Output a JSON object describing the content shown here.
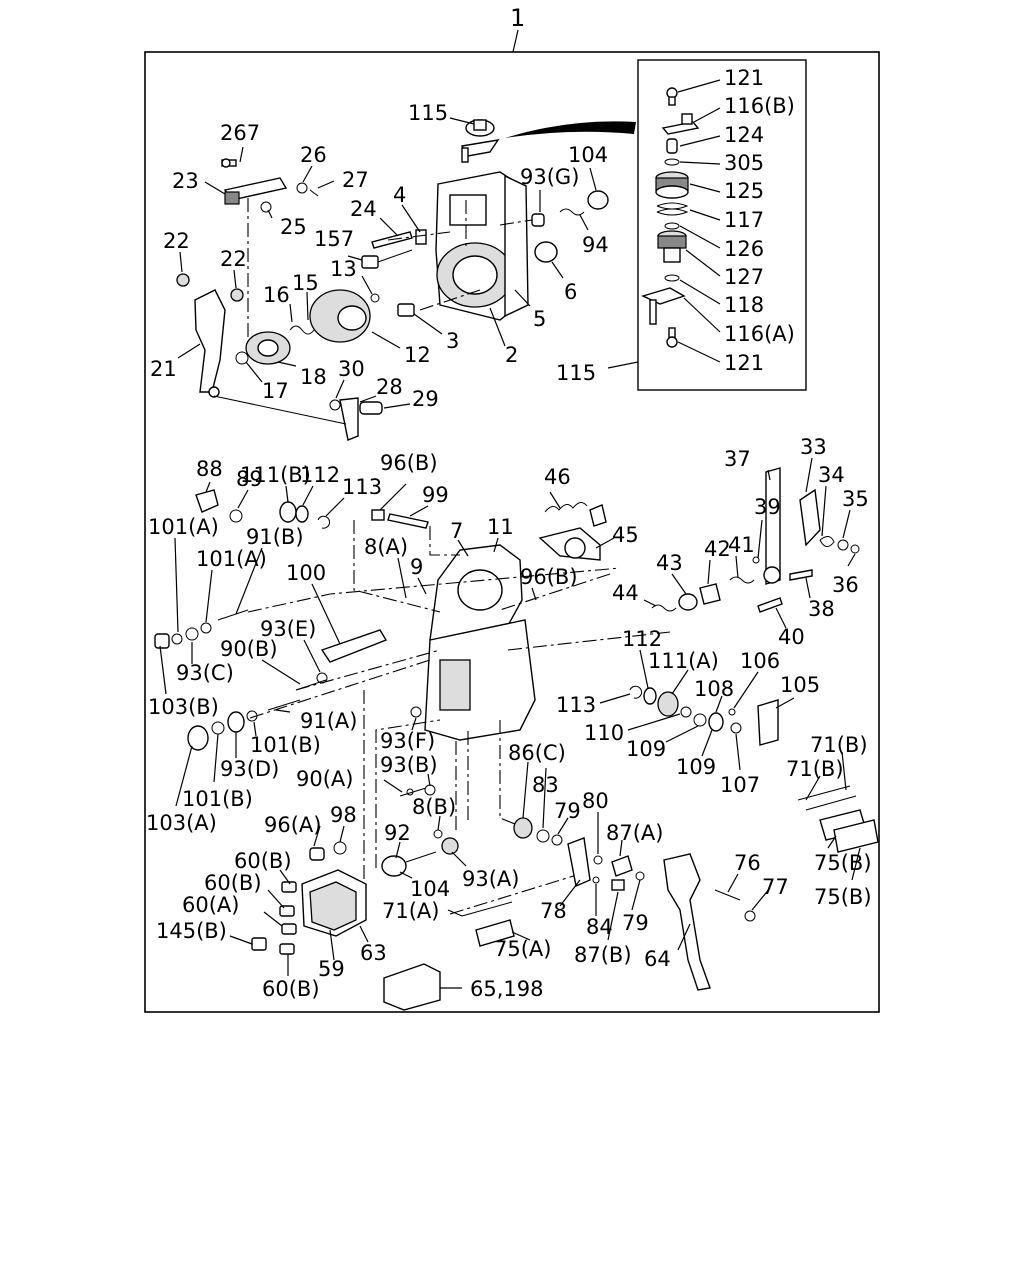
{
  "diagram": {
    "assembly_label": "1",
    "inset_label": "115",
    "callouts": {
      "c121a": "121",
      "c116b": "116(B)",
      "c124": "124",
      "c305": "305",
      "c125": "125",
      "c117": "117",
      "c126": "126",
      "c127": "127",
      "c118": "118",
      "c116a": "116(A)",
      "c121b": "121",
      "c115_inset": "115",
      "c115": "115",
      "c267": "267",
      "c26": "26",
      "c27": "27",
      "c23": "23",
      "c25": "25",
      "c24": "24",
      "c4": "4",
      "c93g": "93(G)",
      "c104a": "104",
      "c94": "94",
      "c157": "157",
      "c22a": "22",
      "c22b": "22",
      "c13": "13",
      "c6": "6",
      "c16": "16",
      "c15": "15",
      "c5": "5",
      "c3": "3",
      "c12": "12",
      "c2": "2",
      "c21": "21",
      "c17": "17",
      "c18": "18",
      "c30": "30",
      "c28": "28",
      "c29": "29",
      "c111b_top": "111(B)",
      "c88": "88",
      "c89": "89",
      "c112a": "112",
      "c113a": "113",
      "c96b_top": "96(B)",
      "c99": "99",
      "c46": "46",
      "c37": "37",
      "c33": "33",
      "c34": "34",
      "c35": "35",
      "c36": "36",
      "c101a_1": "101(A)",
      "c101a_2": "101(A)",
      "c91b": "91(B)",
      "c7": "7",
      "c11": "11",
      "c45": "45",
      "c8a": "8(A)",
      "c9": "9",
      "c96b_mid": "96(B)",
      "c39": "39",
      "c41": "41",
      "c42": "42",
      "c43": "43",
      "c44": "44",
      "c38": "38",
      "c40": "40",
      "c100": "100",
      "c93e": "93(E)",
      "c93c": "93(C)",
      "c90b": "90(B)",
      "c112b": "112",
      "c111a": "111(A)",
      "c106": "106",
      "c105": "105",
      "c108": "108",
      "c103b": "103(B)",
      "c113b": "113",
      "c91a": "91(A)",
      "c110": "110",
      "c109a": "109",
      "c109b": "109",
      "c107": "107",
      "c93f": "93(F)",
      "c101b_1": "101(B)",
      "c93d": "93(D)",
      "c93b": "93(B)",
      "c71b_1": "71(B)",
      "c71b_2": "71(B)",
      "c90a": "90(A)",
      "c86c": "86(C)",
      "c83": "83",
      "c79a": "79",
      "c80": "80",
      "c87a": "87(A)",
      "c101b_2": "101(B)",
      "c103a": "103(A)",
      "c96a": "96(A)",
      "c98": "98",
      "c8b": "8(B)",
      "c92": "92",
      "c60b_1": "60(B)",
      "c60b_2": "60(B)",
      "c60a": "60(A)",
      "c145b": "145(B)",
      "c104b": "104",
      "c93a": "93(A)",
      "c71a": "71(A)",
      "c78": "78",
      "c84": "84",
      "c79b": "79",
      "c76": "76",
      "c77": "77",
      "c75b_1": "75(B)",
      "c75b_2": "75(B)",
      "c75a": "75(A)",
      "c87b": "87(B)",
      "c64": "64",
      "c59": "59",
      "c63": "63",
      "c60b_3": "60(B)",
      "c65": "65,198"
    }
  }
}
